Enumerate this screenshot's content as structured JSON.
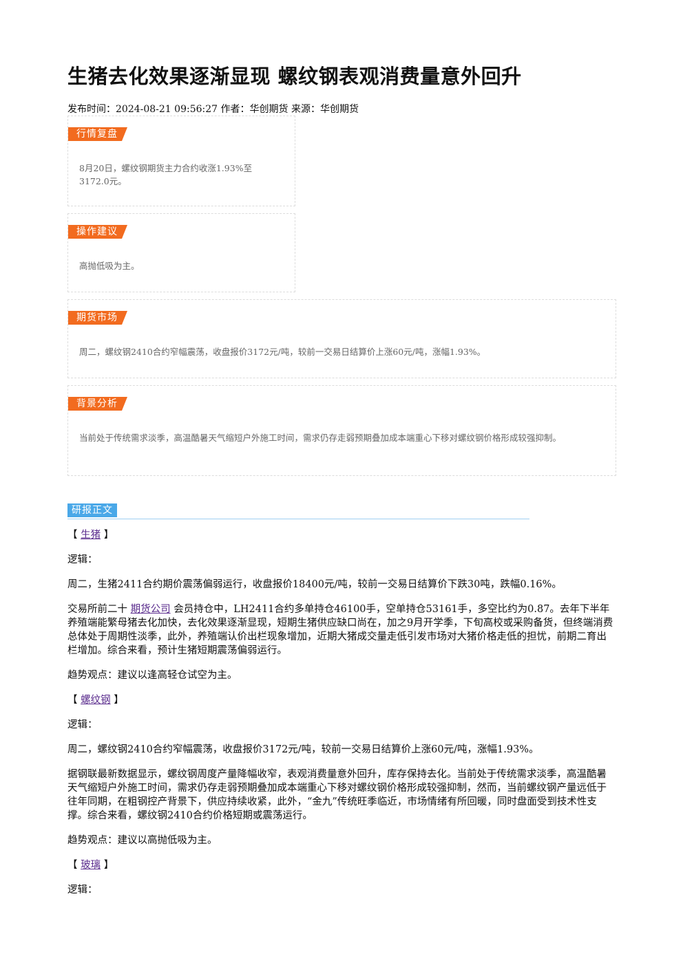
{
  "article": {
    "title": "生猪去化效果逐渐显现 螺纹钢表观消费量意外回升",
    "meta": "发布时间：2024-08-21 09:56:27 作者：华创期货 来源：华创期货"
  },
  "cards": [
    {
      "tag": "行情复盘",
      "text": "8月20日，螺纹钢期货主力合约收涨1.93%至3172.0元。"
    },
    {
      "tag": "操作建议",
      "text": "高抛低吸为主。"
    },
    {
      "tag": "期货市场",
      "text": "周二，螺纹钢2410合约窄幅震荡，收盘报价3172元/吨，较前一交易日结算价上涨60元/吨，涨幅1.93%。"
    },
    {
      "tag": "背景分析",
      "text": "当前处于传统需求淡季，高温酷暑天气缩短户外施工时间，需求仍存走弱预期叠加成本端重心下移对螺纹钢价格形成较强抑制。"
    }
  ],
  "body": {
    "tag": "研报正文",
    "bracket_open": "【",
    "bracket_close": "】",
    "logic_label": "逻辑：",
    "sections": [
      {
        "name": "生猪",
        "p1": "周二，生猪2411合约期价震荡偏弱运行，收盘报价18400元/吨，较前一交易日结算价下跌30吨，跌幅0.16%。",
        "p2_prefix": "交易所前二十",
        "p2_link": "期货公司",
        "p2_rest": "会员持仓中，LH2411合约多单持仓46100手，空单持仓53161手，多空比约为0.87。去年下半年养殖端能繁母猪去化加快，去化效果逐渐显现，短期生猪供应缺口尚在，加之9月开学季，下旬高校或采购备货，但终端消费总体处于周期性淡季，此外，养殖端认价出栏现象增加，近期大猪成交量走低引发市场对大猪价格走低的担忧，前期二育出栏增加。综合来看，预计生猪短期震荡偏弱运行。",
        "trend": "趋势观点：建议以逢高轻仓试空为主。"
      },
      {
        "name": "螺纹钢",
        "p1": "周二，螺纹钢2410合约窄幅震荡，收盘报价3172元/吨，较前一交易日结算价上涨60元/吨，涨幅1.93%。",
        "p2": "据钢联最新数据显示，螺纹钢周度产量降幅收窄，表观消费量意外回升，库存保持去化。当前处于传统需求淡季，高温酷暑天气缩短户外施工时间，需求仍存走弱预期叠加成本端重心下移对螺纹钢价格形成较强抑制，然而，当前螺纹钢产量远低于往年同期，在粗钢控产背景下，供应持续收紧，此外，“金九”传统旺季临近，市场情绪有所回暖，同时盘面受到技术性支撑。综合来看，螺纹钢2410合约价格短期或震荡运行。",
        "trend": "趋势观点：建议以高抛低吸为主。"
      },
      {
        "name": "玻璃"
      }
    ]
  }
}
